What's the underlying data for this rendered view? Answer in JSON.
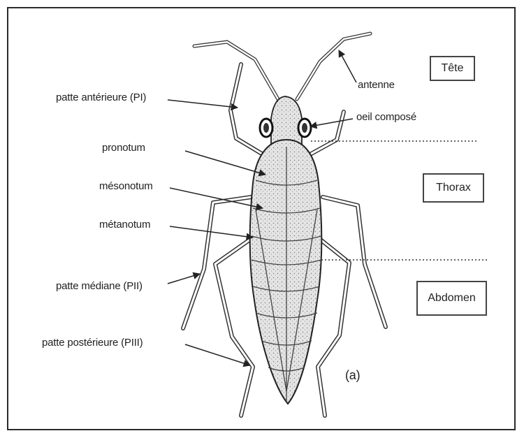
{
  "labels": {
    "antenne": "antenne",
    "oeil": "oeil composé",
    "patte_anterieure": "patte antérieure (PI)",
    "pronotum": "pronotum",
    "mesonotum": "mésonotum",
    "metanotum": "métanotum",
    "patte_mediane": "patte médiane (PII)",
    "patte_posterieure": "patte postérieure (PIII)",
    "panel": "(a)"
  },
  "regions": {
    "tete": "Tête",
    "thorax": "Thorax",
    "abdomen": "Abdomen"
  }
}
